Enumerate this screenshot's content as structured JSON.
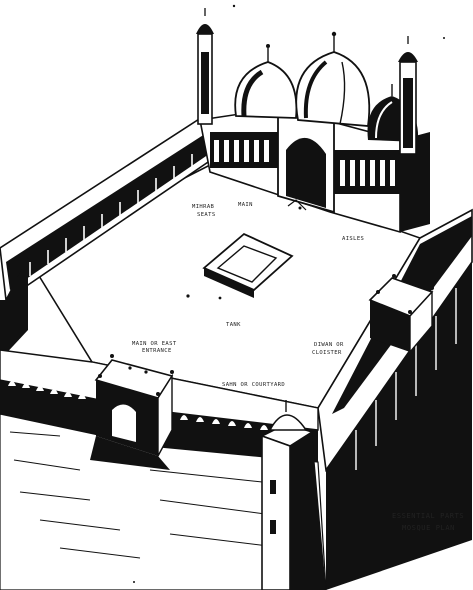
{
  "labels": {
    "mihrab": "MIHRAB",
    "seats": "SEATS",
    "main": "MAIN",
    "aisles": "AISLES",
    "tank": "TANK",
    "main_entrance_line1": "MAIN OR EAST",
    "main_entrance_line2": "ENTRANCE",
    "dewan_line1": "DIWAN OR",
    "dewan_line2": "CLOISTER",
    "courtyard": "SAHN OR COURTYARD",
    "caption_line1": "ESSENTIAL PARTS",
    "caption_line2": "MOSQUE PLAN"
  },
  "colors": {
    "ink": "#111111",
    "paper": "#ffffff"
  }
}
